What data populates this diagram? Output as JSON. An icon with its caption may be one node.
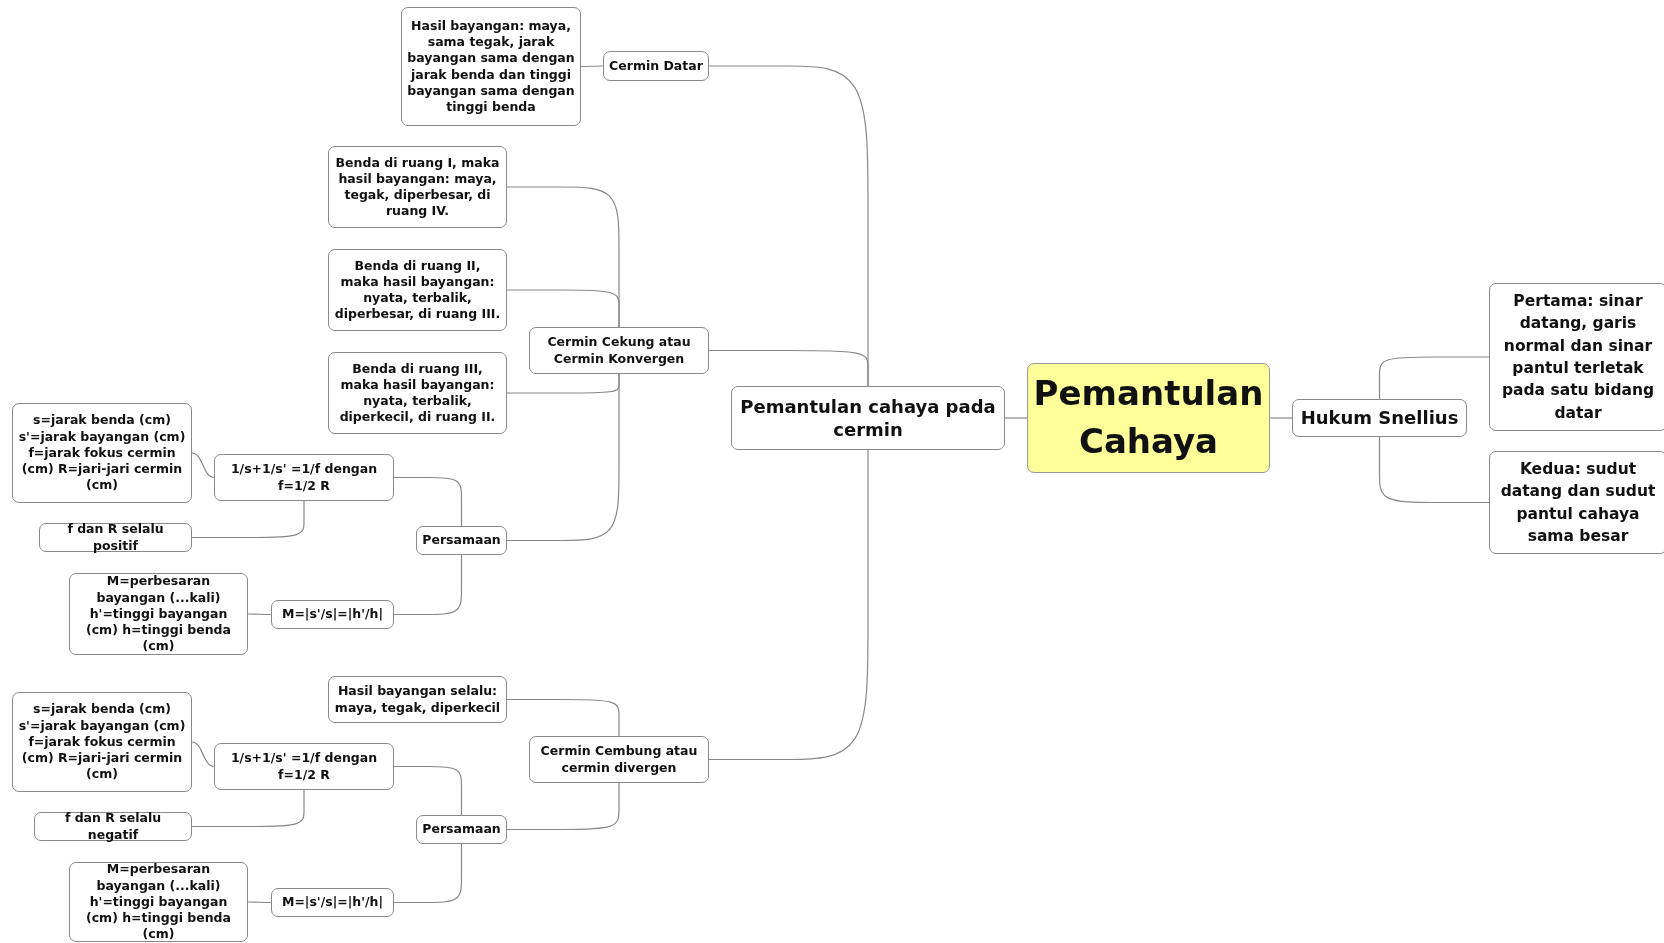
{
  "diagram": {
    "nodes": [
      {
        "text": [
          "Pemantulan Cahaya"
        ]
      },
      {
        "text": [
          "Pemantulan cahaya pada cermin"
        ]
      },
      {
        "text": [
          "Hukum Snellius"
        ]
      },
      {
        "text": [
          "Pertama: sinar datang, garis normal dan sinar pantul terletak pada satu bidang datar"
        ]
      },
      {
        "text": [
          "Kedua: sudut datang dan sudut pantul cahaya sama besar"
        ]
      },
      {
        "text": [
          "Cermin Datar"
        ]
      },
      {
        "text": [
          "Hasil bayangan: maya, sama tegak, jarak bayangan sama dengan jarak benda dan tinggi bayangan sama dengan tinggi benda"
        ]
      },
      {
        "text": [
          "Cermin Cekung atau Cermin Konvergen"
        ]
      },
      {
        "text": [
          "Benda di ruang I, maka hasil bayangan: maya, tegak, diperbesar, di ruang IV."
        ]
      },
      {
        "text": [
          "Benda di ruang II, maka hasil bayangan: nyata, terbalik, diperbesar, di ruang III."
        ]
      },
      {
        "text": [
          "Benda di ruang III, maka hasil bayangan: nyata, terbalik, diperkecil, di ruang II."
        ]
      },
      {
        "text": [
          "Persamaan"
        ]
      },
      {
        "text": [
          "1/s+1/s' =1/f dengan f=1/2 R"
        ]
      },
      {
        "text": [
          "s=jarak benda (cm) s'=jarak bayangan (cm) f=jarak fokus cermin (cm) R=jari-jari cermin (cm)"
        ]
      },
      {
        "text": [
          "f dan R selalu positif"
        ]
      },
      {
        "text": [
          "M=|s'/s|=|h'/h|"
        ]
      },
      {
        "text": [
          "M=perbesaran bayangan (...kali) h'=tinggi bayangan (cm) h=tinggi benda (cm)"
        ]
      },
      {
        "text": [
          "Cermin Cembung atau cermin divergen"
        ]
      },
      {
        "text": [
          "Hasil bayangan selalu: maya, tegak, diperkecil"
        ]
      },
      {
        "text": [
          "Persamaan"
        ]
      },
      {
        "text": [
          "1/s+1/s' =1/f dengan f=1/2 R"
        ]
      },
      {
        "text": [
          "s=jarak benda (cm) s'=jarak bayangan (cm) f=jarak fokus cermin (cm) R=jari-jari cermin (cm)"
        ]
      },
      {
        "text": [
          "f dan R selalu negatif"
        ]
      },
      {
        "text": [
          "M=|s'/s|=|h'/h|"
        ]
      },
      {
        "text": [
          "M=perbesaran bayangan (...kali) h'=tinggi bayangan (cm) h=tinggi benda (cm)"
        ]
      }
    ],
    "edges": [
      {
        "from": 0,
        "to": 1,
        "arrow": "none"
      },
      {
        "from": 0,
        "to": 2,
        "arrow": "none"
      },
      {
        "from": 2,
        "to": 3,
        "arrow": "none"
      },
      {
        "from": 2,
        "to": 4,
        "arrow": "none"
      },
      {
        "from": 1,
        "to": 5,
        "arrow": "none"
      },
      {
        "from": 5,
        "to": 6,
        "arrow": "none"
      },
      {
        "from": 1,
        "to": 7,
        "arrow": "none"
      },
      {
        "from": 7,
        "to": 8,
        "arrow": "none"
      },
      {
        "from": 7,
        "to": 9,
        "arrow": "none"
      },
      {
        "from": 7,
        "to": 10,
        "arrow": "none"
      },
      {
        "from": 7,
        "to": 11,
        "arrow": "none"
      },
      {
        "from": 11,
        "to": 12,
        "arrow": "none"
      },
      {
        "from": 12,
        "to": 13,
        "arrow": "none"
      },
      {
        "from": 12,
        "to": 14,
        "arrow": "none"
      },
      {
        "from": 11,
        "to": 15,
        "arrow": "none"
      },
      {
        "from": 15,
        "to": 16,
        "arrow": "none"
      },
      {
        "from": 1,
        "to": 17,
        "arrow": "none"
      },
      {
        "from": 17,
        "to": 18,
        "arrow": "none"
      },
      {
        "from": 17,
        "to": 19,
        "arrow": "none"
      },
      {
        "from": 19,
        "to": 20,
        "arrow": "none"
      },
      {
        "from": 20,
        "to": 21,
        "arrow": "none"
      },
      {
        "from": 20,
        "to": 22,
        "arrow": "none"
      },
      {
        "from": 19,
        "to": 23,
        "arrow": "none"
      },
      {
        "from": 23,
        "to": 24,
        "arrow": "none"
      }
    ]
  }
}
